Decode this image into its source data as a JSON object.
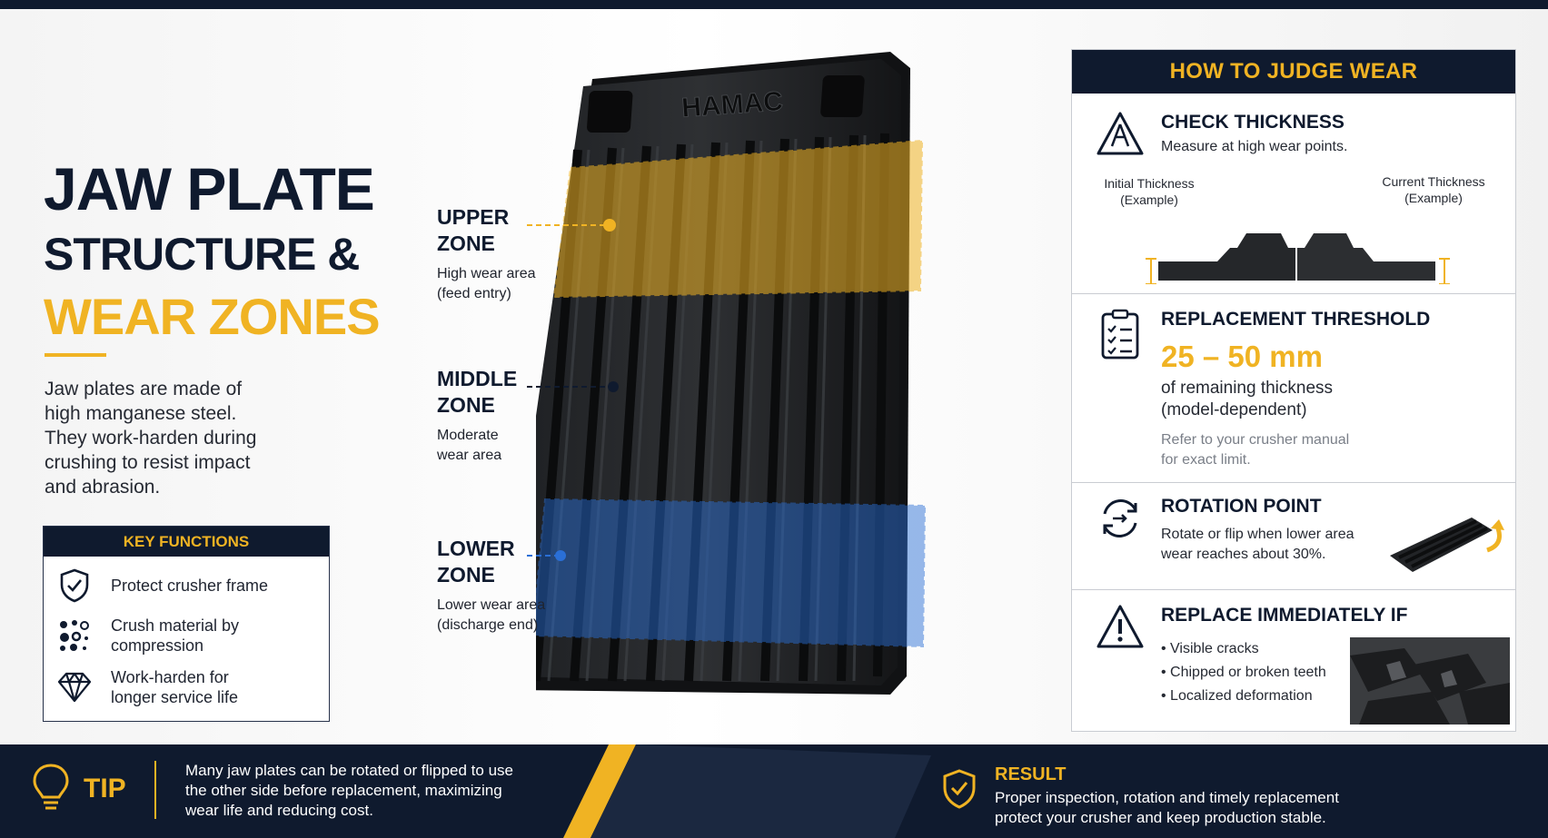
{
  "header": {
    "title_line1": "JAW PLATE",
    "title_line2": "STRUCTURE &",
    "title_line3": "WEAR ZONES"
  },
  "intro": "Jaw plates are made of high manganese steel. They work-harden during crushing to resist impact and abrasion.",
  "key_functions": {
    "heading": "KEY FUNCTIONS",
    "items": [
      {
        "label": "Protect crusher frame",
        "icon": "shield-check-icon"
      },
      {
        "label": "Crush material by compression",
        "icon": "particles-icon"
      },
      {
        "label": "Work-harden for longer service life",
        "icon": "diamond-icon"
      }
    ]
  },
  "plate": {
    "brand": "HAMAC"
  },
  "zones": [
    {
      "title_a": "UPPER",
      "title_b": "ZONE",
      "sub_a": "High wear area",
      "sub_b": "(feed entry)",
      "color": "#f0b323"
    },
    {
      "title_a": "MIDDLE",
      "title_b": "ZONE",
      "sub_a": "Moderate",
      "sub_b": "wear area",
      "color": "#0f1a2e"
    },
    {
      "title_a": "LOWER",
      "title_b": "ZONE",
      "sub_a": "Lower wear area",
      "sub_b": "(discharge end)",
      "color": "#2a6fd6"
    }
  ],
  "judge": {
    "heading": "HOW TO JUDGE WEAR",
    "check": {
      "title": "CHECK THICKNESS",
      "text": "Measure at high wear points.",
      "initial_a": "Initial Thickness",
      "initial_b": "(Example)",
      "current_a": "Current Thickness",
      "current_b": "(Example)"
    },
    "threshold": {
      "title": "REPLACEMENT THRESHOLD",
      "value": "25 – 50 mm",
      "text_a": "of remaining thickness",
      "text_b": "(model-dependent)",
      "note_a": "Refer to your crusher manual",
      "note_b": "for exact limit."
    },
    "rotation": {
      "title": "ROTATION POINT",
      "text_a": "Rotate or flip when lower area",
      "text_b": "wear reaches about 30%."
    },
    "replace": {
      "title": "REPLACE IMMEDIATELY IF",
      "bullets": [
        "• Visible cracks",
        "• Chipped or broken teeth",
        "• Localized deformation"
      ]
    }
  },
  "tip": {
    "label": "TIP",
    "text_a": "Many jaw plates can be rotated or flipped to use",
    "text_b": "the other side before replacement, maximizing",
    "text_c": "wear life and reducing cost."
  },
  "result": {
    "label": "RESULT",
    "text_a": "Proper inspection, rotation and timely replacement",
    "text_b": "protect your crusher and keep production stable."
  },
  "colors": {
    "navy": "#0f1a2e",
    "gold": "#f0b323",
    "blue": "#2a6fd6"
  }
}
